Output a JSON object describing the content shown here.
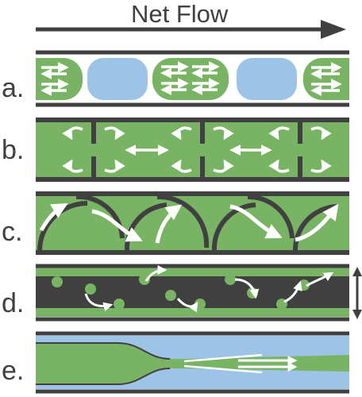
{
  "title": "Net Flow",
  "rows": [
    {
      "label": "a."
    },
    {
      "label": "b."
    },
    {
      "label": "c."
    },
    {
      "label": "d."
    },
    {
      "label": "e."
    }
  ],
  "colors": {
    "green": "#79b464",
    "blue": "#9dc3e6",
    "dark": "#404040",
    "arrow": "#ffffff"
  },
  "icons": {
    "net_flow": "arrow-right-icon",
    "agitation": "double-headed-vertical-arrow-icon"
  }
}
